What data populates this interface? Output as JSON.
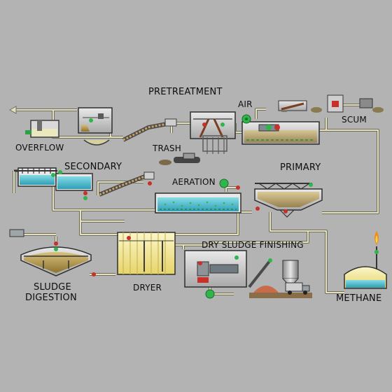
{
  "labels": {
    "pretreatment": "PRETREATMENT",
    "air": "AIR",
    "scum": "SCUM",
    "overflow": "OVERFLOW",
    "trash": "TRASH",
    "secondary": "SECONDARY",
    "primary": "PRIMARY",
    "aeration": "AERATION",
    "dry_sludge_finishing": "DRY SLUDGE FINISHING",
    "sludge_line1": "SLUDGE",
    "sludge_line2": "DIGESTION",
    "dryer": "DRYER",
    "methane": "METHANE"
  },
  "colors": {
    "background": "#b3b3b3",
    "pipe": "#dcd8b4",
    "pipe_edge": "#6e6e60",
    "water": "#5fc7d6",
    "sludge": "#b59a50",
    "valve_green": "#2fb64a",
    "valve_red": "#c8302a",
    "dryer_glow": "#f3ea9a",
    "flame": "#f08a1c"
  },
  "icons": [
    "pump-icon",
    "valve-icon",
    "fan-icon",
    "gas-flame-icon",
    "truck-icon",
    "silo-icon",
    "conveyor-icon",
    "motor-icon"
  ]
}
